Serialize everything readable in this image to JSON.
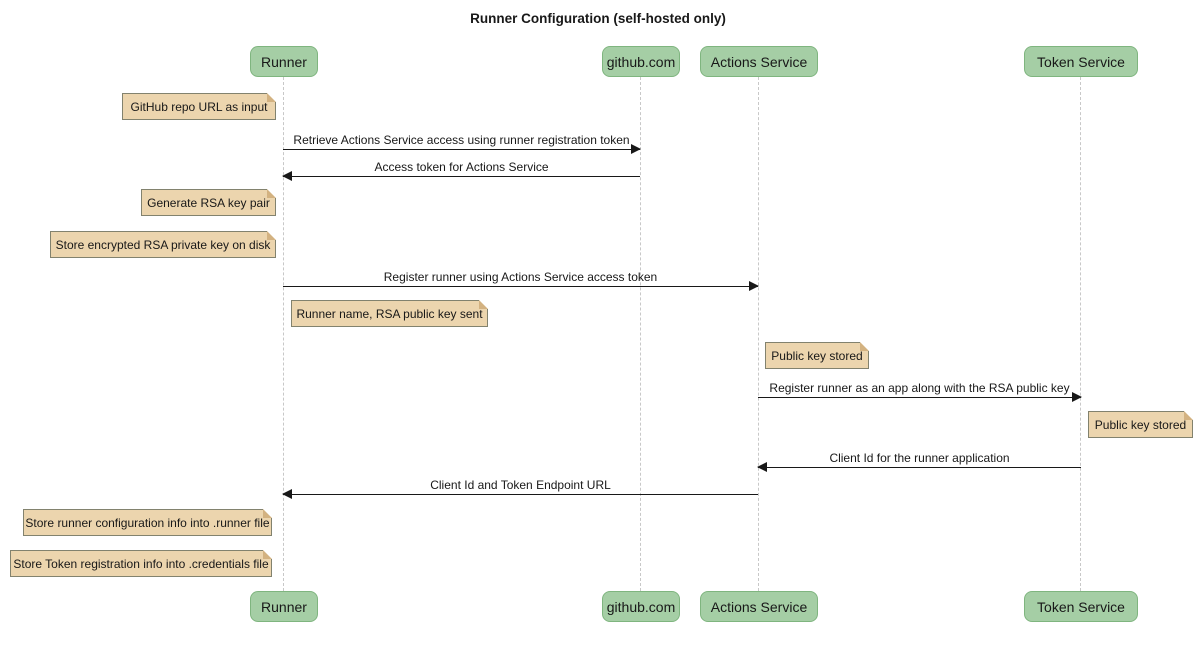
{
  "title": "Runner Configuration (self-hosted only)",
  "participants": [
    {
      "name": "Runner"
    },
    {
      "name": "github.com"
    },
    {
      "name": "Actions Service"
    },
    {
      "name": "Token Service"
    }
  ],
  "messages": [
    {
      "from": "Runner",
      "to": "github.com",
      "direction": "right",
      "label": "Retrieve Actions Service access using runner registration token"
    },
    {
      "from": "github.com",
      "to": "Runner",
      "direction": "left",
      "label": "Access token for Actions Service"
    },
    {
      "from": "Runner",
      "to": "Actions Service",
      "direction": "right",
      "label": "Register runner using Actions Service access token"
    },
    {
      "from": "Actions Service",
      "to": "Token Service",
      "direction": "right",
      "label": "Register runner as an app along with the RSA public key"
    },
    {
      "from": "Token Service",
      "to": "Actions Service",
      "direction": "left",
      "label": "Client Id for the runner application"
    },
    {
      "from": "Actions Service",
      "to": "Runner",
      "direction": "left",
      "label": "Client Id and Token Endpoint URL"
    }
  ],
  "notes": [
    {
      "position": "left of Runner",
      "label": "GitHub repo URL as input"
    },
    {
      "position": "left of Runner",
      "label": "Generate RSA key pair"
    },
    {
      "position": "left of Runner",
      "label": "Store encrypted RSA private key on disk"
    },
    {
      "position": "right of Runner",
      "label": "Runner name, RSA public key sent"
    },
    {
      "position": "right of Actions Service",
      "label": "Public key stored"
    },
    {
      "position": "right of Token Service",
      "label": "Public key stored"
    },
    {
      "position": "left of Runner",
      "label": "Store runner configuration info into .runner file"
    },
    {
      "position": "left of Runner",
      "label": "Store Token registration info into .credentials file"
    }
  ],
  "colors": {
    "participant_fill": "#A5CEA5",
    "participant_border": "#7FB57F",
    "note_fill": "#ECD5AE",
    "note_border": "#82826E",
    "note_fold": "#D3B281",
    "lifeline": "#C8C8C8",
    "arrow": "#181818",
    "background": "#FFFFFF"
  }
}
